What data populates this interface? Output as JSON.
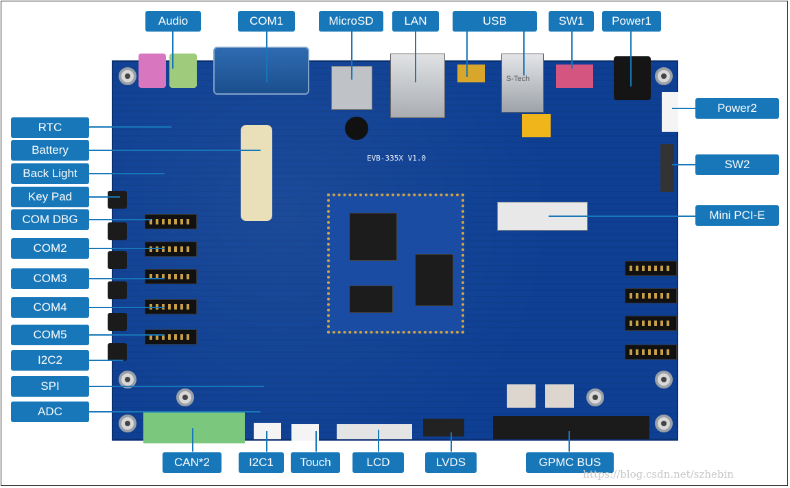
{
  "labels": {
    "audio": "Audio",
    "com1": "COM1",
    "microsd": "MicroSD",
    "lan": "LAN",
    "usb": "USB",
    "sw1": "SW1",
    "power1": "Power1",
    "rtc": "RTC",
    "battery": "Battery",
    "back_light": "Back Light",
    "key_pad": "Key Pad",
    "com_dbg": "COM DBG",
    "com2": "COM2",
    "com3": "COM3",
    "com4": "COM4",
    "com5": "COM5",
    "i2c2": "I2C2",
    "spi": "SPI",
    "adc": "ADC",
    "power2": "Power2",
    "sw2": "SW2",
    "mini_pcie": "Mini PCI-E",
    "can2": "CAN*2",
    "i2c1": "I2C1",
    "touch": "Touch",
    "lcd": "LCD",
    "lvds": "LVDS",
    "gpmc_bus": "GPMC BUS"
  },
  "board": {
    "silkscreen_model": "EVB-335X V1.0",
    "sd_card_text": "S-Tech"
  },
  "watermark": "https://blog.csdn.net/szhebin",
  "colors": {
    "label_bg": "#1877b8",
    "board_blue": "#0e3f93"
  }
}
